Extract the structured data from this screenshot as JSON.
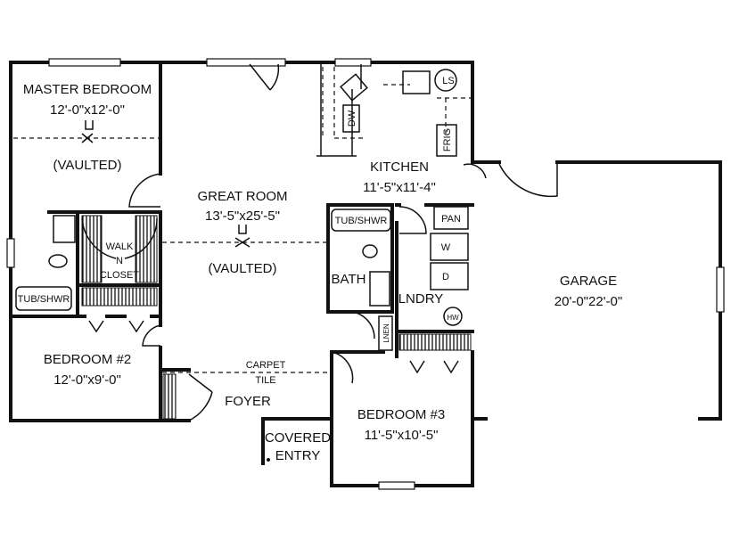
{
  "rooms": {
    "master_bedroom": {
      "name": "MASTER BEDROOM",
      "size": "12'-0\"x12'-0\"",
      "ceiling": "(VAULTED)"
    },
    "great_room": {
      "name": "GREAT ROOM",
      "size": "13'-5\"x25'-5\"",
      "ceiling": "(VAULTED)"
    },
    "kitchen": {
      "name": "KITCHEN",
      "size": "11'-5\"x11'-4\""
    },
    "garage": {
      "name": "GARAGE",
      "size": "20'-0\"22'-0\""
    },
    "bedroom2": {
      "name": "BEDROOM #2",
      "size": "12'-0\"x9'-0\""
    },
    "bedroom3": {
      "name": "BEDROOM #3",
      "size": "11'-5\"x10'-5\""
    },
    "walk_in_closet": {
      "line1": "WALK",
      "line2": "N",
      "line3": "CLOSET"
    },
    "bath": {
      "name": "BATH"
    },
    "laundry": {
      "name": "LNDRY"
    },
    "foyer": {
      "name": "FOYER"
    },
    "covered_entry": {
      "line1": "COVERED",
      "line2": "ENTRY"
    }
  },
  "fixtures": {
    "tub_master": "TUB/SHWR",
    "tub_bath": "TUB/SHWR",
    "dishwasher": "DW",
    "fridge": "FRIG",
    "lazy_susan": "LS",
    "pantry": "PAN",
    "washer": "W",
    "dryer": "D",
    "water_heater": "HW",
    "linen": "LNEN"
  },
  "floor_notes": {
    "carpet": "CARPET",
    "tile": "TILE"
  }
}
